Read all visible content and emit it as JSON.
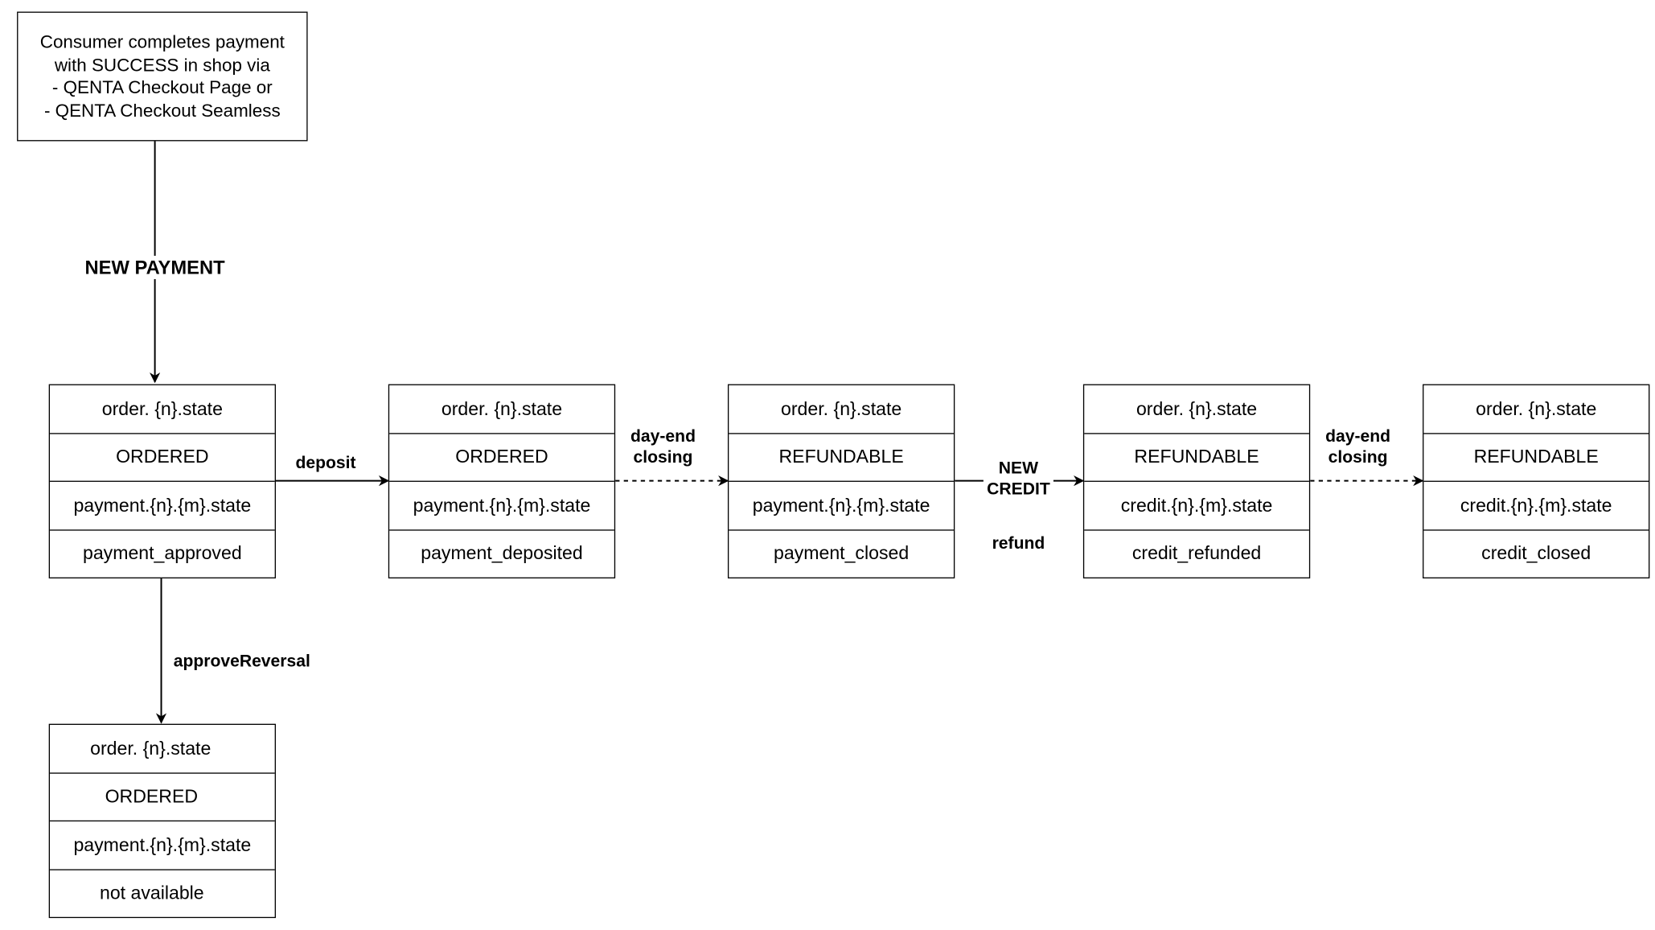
{
  "start": {
    "text": "Consumer completes payment\nwith SUCCESS in shop via\n- QENTA Checkout Page or\n- QENTA Checkout Seamless"
  },
  "boxes": [
    {
      "rows": [
        "order. {n}.state",
        "ORDERED",
        "payment.{n}.{m}.state",
        "payment_approved"
      ]
    },
    {
      "rows": [
        "order. {n}.state",
        "ORDERED",
        "payment.{n}.{m}.state",
        "payment_deposited"
      ]
    },
    {
      "rows": [
        "order. {n}.state",
        "REFUNDABLE",
        "payment.{n}.{m}.state",
        "payment_closed"
      ]
    },
    {
      "rows": [
        "order. {n}.state",
        "REFUNDABLE",
        "credit.{n}.{m}.state",
        "credit_refunded"
      ]
    },
    {
      "rows": [
        "order. {n}.state",
        "REFUNDABLE",
        "credit.{n}.{m}.state",
        "credit_closed"
      ]
    },
    {
      "rows": [
        "order. {n}.state",
        "ORDERED",
        "payment.{n}.{m}.state",
        "not available"
      ]
    }
  ],
  "edges": {
    "new_payment": "NEW PAYMENT",
    "deposit": "deposit",
    "day_end_1": "day-end\nclosing",
    "new_credit": "NEW\nCREDIT",
    "refund": "refund",
    "day_end_2": "day-end\nclosing",
    "approve_reversal": "approveReversal"
  }
}
